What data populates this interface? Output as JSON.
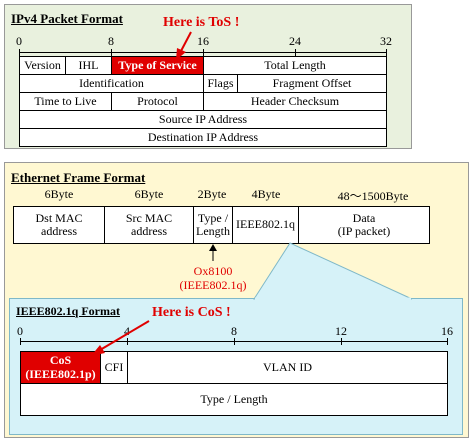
{
  "ipv4": {
    "title": "IPv4 Packet Format",
    "callout": "Here is ToS !",
    "ruler": [
      "0",
      "8",
      "16",
      "24",
      "32"
    ],
    "row1": [
      "Version",
      "IHL",
      "Type of Service",
      "Total Length"
    ],
    "row2": [
      "Identification",
      "Flags",
      "Fragment Offset"
    ],
    "row3": [
      "Time to Live",
      "Protocol",
      "Header Checksum"
    ],
    "row4": "Source IP Address",
    "row5": "Destination IP Address"
  },
  "ethernet": {
    "title": "Ethernet Frame Format",
    "sizes": [
      "6Byte",
      "6Byte",
      "2Byte",
      "4Byte",
      "48～1500Byte"
    ],
    "fields": [
      {
        "l1": "Dst MAC",
        "l2": "address"
      },
      {
        "l1": "Src MAC",
        "l2": "address"
      },
      {
        "l1": "Type /",
        "l2": "Length"
      },
      {
        "l1": "IEEE802.1q",
        "l2": ""
      },
      {
        "l1": "Data",
        "l2": "(IP packet)"
      }
    ],
    "type_value": "Ox8100",
    "type_note": "(IEEE802.1q)"
  },
  "dot1q": {
    "title": "IEEE802.1q  Format",
    "callout": "Here is CoS !",
    "ruler": [
      "0",
      "4",
      "8",
      "12",
      "16"
    ],
    "cos": "CoS",
    "cos_note": "(IEEE802.1p)",
    "cfi": "CFI",
    "vlan": "VLAN ID",
    "type_length": "Type / Length"
  },
  "colors": {
    "ipv4_bg": "#e9f1de",
    "eth_bg": "#fff8d2",
    "dot1q_bg": "#d6f2f8",
    "highlight": "#e00000"
  }
}
